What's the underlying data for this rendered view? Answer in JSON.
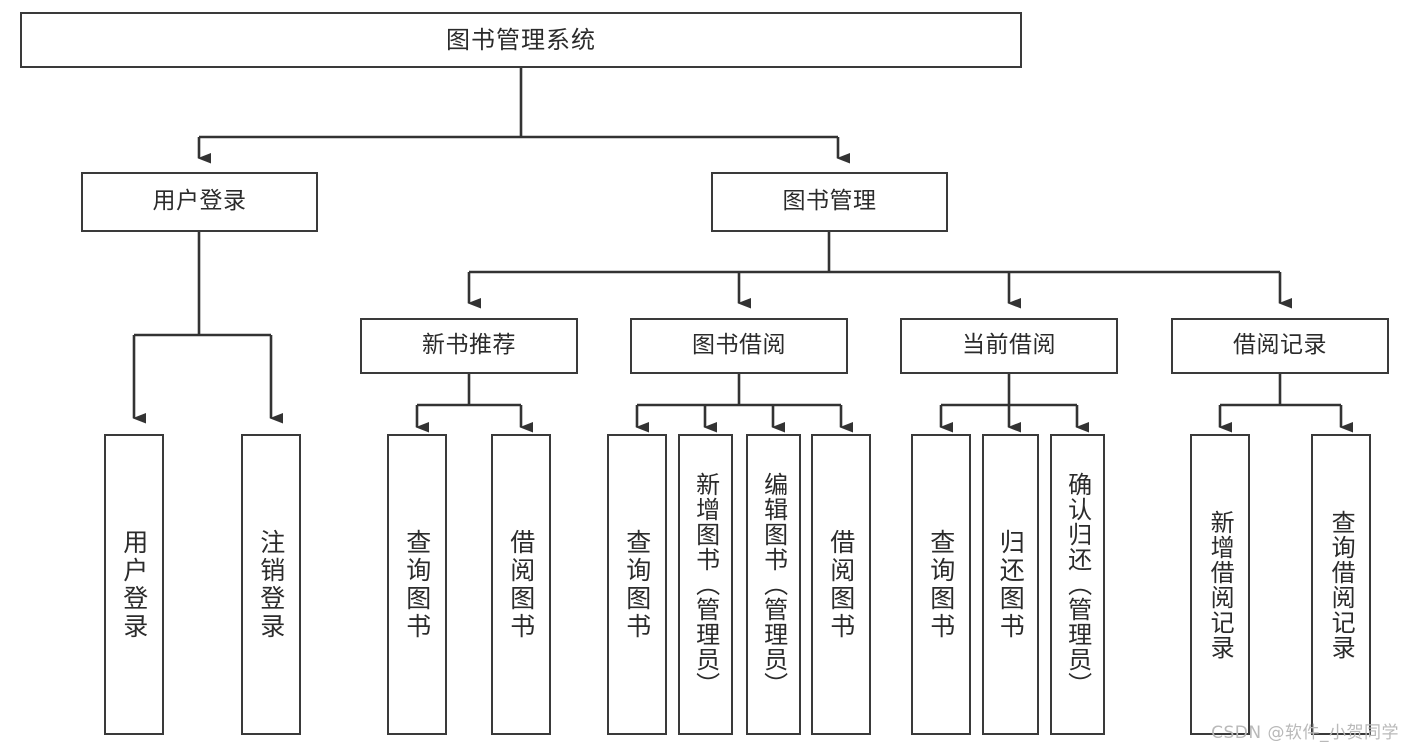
{
  "diagram": {
    "type": "tree-hierarchy-chart",
    "title": "图书管理系统",
    "watermark": "CSDN @软件_小贺同学",
    "colors": {
      "box_border": "#3a3a3a",
      "box_fill": "#ffffff",
      "connector": "#333333",
      "text": "#2b2b2b",
      "watermark": "#b9b9b9",
      "background": "#ffffff"
    },
    "levels": {
      "root": {
        "label": "图书管理系统"
      },
      "level2": [
        {
          "label": "用户登录"
        },
        {
          "label": "图书管理"
        }
      ],
      "level3": [
        {
          "label": "新书推荐"
        },
        {
          "label": "图书借阅"
        },
        {
          "label": "当前借阅"
        },
        {
          "label": "借阅记录"
        }
      ],
      "leaves_user_login": [
        {
          "label": "用户登录"
        },
        {
          "label": "注销登录"
        }
      ],
      "leaves_new_book": [
        {
          "label": "查询图书"
        },
        {
          "label": "借阅图书"
        }
      ],
      "leaves_borrow": [
        {
          "label": "查询图书"
        },
        {
          "label": "新增图书（管理员）"
        },
        {
          "label": "编辑图书（管理员）"
        },
        {
          "label": "借阅图书"
        }
      ],
      "leaves_current": [
        {
          "label": "查询图书"
        },
        {
          "label": "归还图书"
        },
        {
          "label": "确认归还（管理员）"
        }
      ],
      "leaves_record": [
        {
          "label": "新增借阅记录"
        },
        {
          "label": "查询借阅记录"
        }
      ]
    }
  }
}
